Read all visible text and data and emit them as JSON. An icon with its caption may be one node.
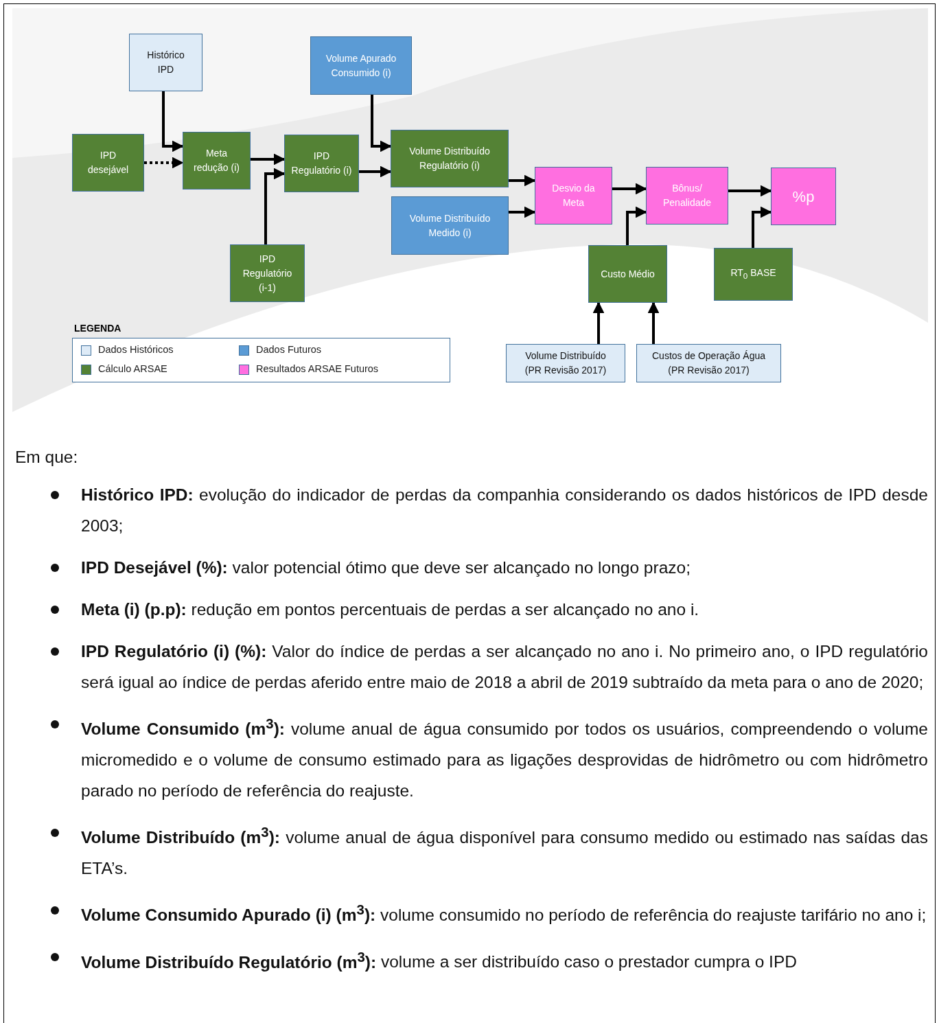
{
  "diagram": {
    "nodes": [
      {
        "text": [
          "Histórico IPD"
        ]
      },
      {
        "text": [
          "Volume Apurado Consumido (i)"
        ]
      },
      {
        "text": [
          "IPD desejável"
        ]
      },
      {
        "text": [
          "Meta redução (i)"
        ]
      },
      {
        "text": [
          "IPD Regulatório (i)"
        ]
      },
      {
        "text": [
          "Volume Distribuído Regulatório (i)"
        ]
      },
      {
        "text": [
          "Desvio da Meta"
        ]
      },
      {
        "text": [
          "Bônus/ Penalidade"
        ]
      },
      {
        "text": [
          "%p"
        ]
      },
      {
        "text": [
          "Volume Distribuído Medido (i)"
        ]
      },
      {
        "text": [
          "IPD Regulatório (i-1)"
        ]
      },
      {
        "text": [
          "Custo Médio"
        ]
      },
      {
        "text": [
          "RT$_{0}$ BASE"
        ]
      },
      {
        "text": [
          "Volume Distribuído (PR Revisão 2017)"
        ]
      },
      {
        "text": [
          "Custos de Operação Água (PR Revisão 2017)"
        ]
      }
    ],
    "edges": [
      {
        "from": 0,
        "to": 3,
        "arrow": "to"
      },
      {
        "from": 2,
        "to": 3,
        "arrow": "to",
        "style": "dashed"
      },
      {
        "from": 3,
        "to": 4,
        "arrow": "to"
      },
      {
        "from": 10,
        "to": 4,
        "arrow": "to"
      },
      {
        "from": 1,
        "to": 5,
        "arrow": "to"
      },
      {
        "from": 4,
        "to": 5,
        "arrow": "to"
      },
      {
        "from": 5,
        "to": 6,
        "arrow": "to"
      },
      {
        "from": 9,
        "to": 6,
        "arrow": "to"
      },
      {
        "from": 6,
        "to": 7,
        "arrow": "to"
      },
      {
        "from": 11,
        "to": 7,
        "arrow": "to"
      },
      {
        "from": 7,
        "to": 8,
        "arrow": "to"
      },
      {
        "from": 12,
        "to": 8,
        "arrow": "to"
      },
      {
        "from": 13,
        "to": 11,
        "arrow": "to"
      },
      {
        "from": 14,
        "to": 11,
        "arrow": "to"
      }
    ],
    "labels": [
      "LEGENDA",
      "Em que:",
      "**Histórico IPD:** evolução do indicador de perdas da companhia considerando os dados históricos de IPD desde 2003;",
      "**IPD Desejável (%):** valor potencial ótimo que deve ser alcançado no longo prazo;",
      "**Meta (i) (p.p):** redução em pontos percentuais de perdas a ser alcançado no ano i.",
      "**IPD Regulatório (i) (%):** Valor do índice de perdas a ser alcançado no ano i. No primeiro ano, o IPD regulatório será igual ao índice de perdas aferido entre maio de 2018 a abril de 2019 subtraído da meta para o ano de 2020;",
      "**Volume Consumido (m$^{3}$):** volume anual de água consumido por todos os usuários, compreendendo o volume micromedido e o volume de consumo estimado para as ligações desprovidas de hidrômetro ou com hidrômetro parado no período de referência do reajuste.",
      "**Volume Distribuído (m$^{3}$):** volume anual de água disponível para consumo medido ou estimado nas saídas das ETA’s.",
      "**Volume Consumido Apurado (i) (m$^{3}$):** volume consumido no período de referência do reajuste tarifário no ano i;",
      "**Volume Distribuído Regulatório (m$^{3}$):** volume a ser distribuído caso o prestador cumpra o IPD"
    ],
    "legend": [
      {
        "text": "Dados Históricos",
        "color": "#deebf7"
      },
      {
        "text": "Dados Futuros",
        "color": "#5b9bd5"
      },
      {
        "text": "Cálculo ARSAE",
        "color": "#548235"
      },
      {
        "text": "Resultados ARSAE Futuros",
        "color": "#ff6fe0"
      }
    ]
  }
}
